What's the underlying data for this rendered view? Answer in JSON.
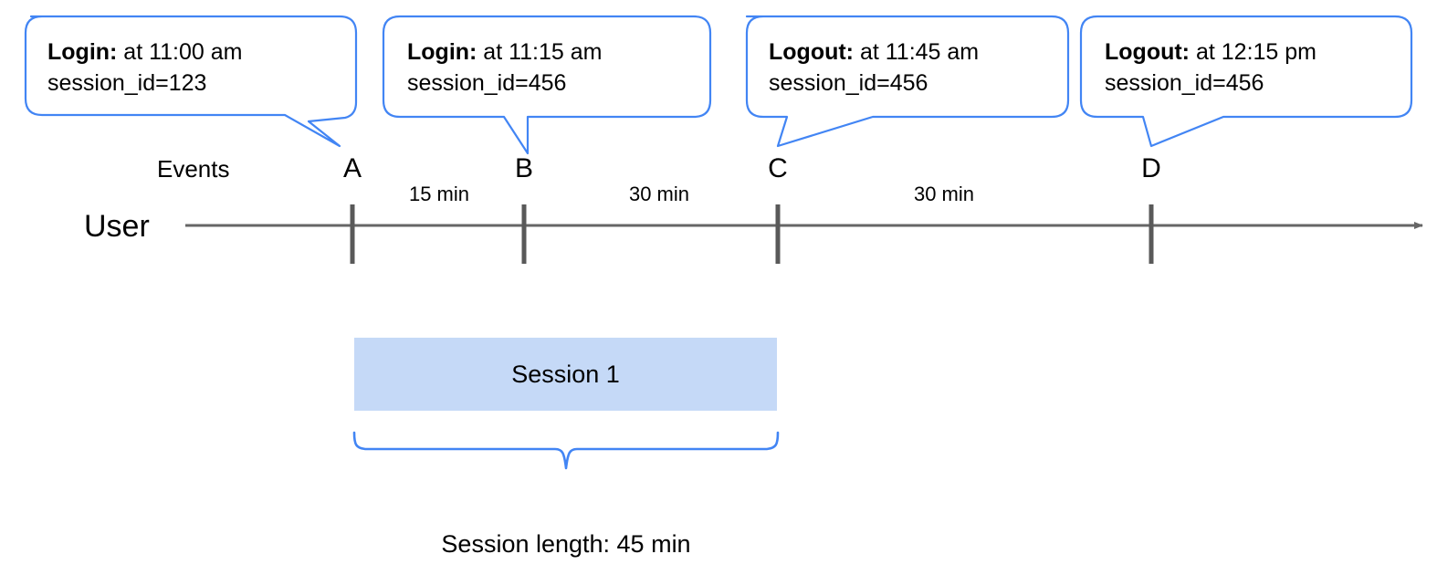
{
  "diagram": {
    "title_text_present": false,
    "colors": {
      "callout_border": "#4285f4",
      "callout_fill": "#ffffff",
      "axis": "#666666",
      "tick": "#595959",
      "session_fill": "#c5d9f7",
      "brace": "#4285f4",
      "text": "#000000"
    }
  },
  "callouts": [
    {
      "id": "callout-a",
      "lead": "Login:",
      "detail": " at 11:00 am",
      "line2": "session_id=123",
      "points_to": "A"
    },
    {
      "id": "callout-b",
      "lead": "Login:",
      "detail": " at 11:15 am",
      "line2": "session_id=456",
      "points_to": "B"
    },
    {
      "id": "callout-c",
      "lead": "Logout:",
      "detail": " at 11:45 am",
      "line2": "session_id=456",
      "points_to": "C"
    },
    {
      "id": "callout-d",
      "lead": "Logout:",
      "detail": " at 12:15 pm",
      "line2": "session_id=456",
      "points_to": "D"
    }
  ],
  "timeline": {
    "row_label": "User",
    "events_label": "Events",
    "events": [
      {
        "letter": "A"
      },
      {
        "letter": "B"
      },
      {
        "letter": "C"
      },
      {
        "letter": "D"
      }
    ],
    "intervals": [
      {
        "label": "15 min",
        "from": "A",
        "to": "B"
      },
      {
        "label": "30 min",
        "from": "B",
        "to": "C"
      },
      {
        "label": "30 min",
        "from": "C",
        "to": "D"
      }
    ]
  },
  "session": {
    "bar_label": "Session 1",
    "caption": "Session length: 45 min"
  }
}
